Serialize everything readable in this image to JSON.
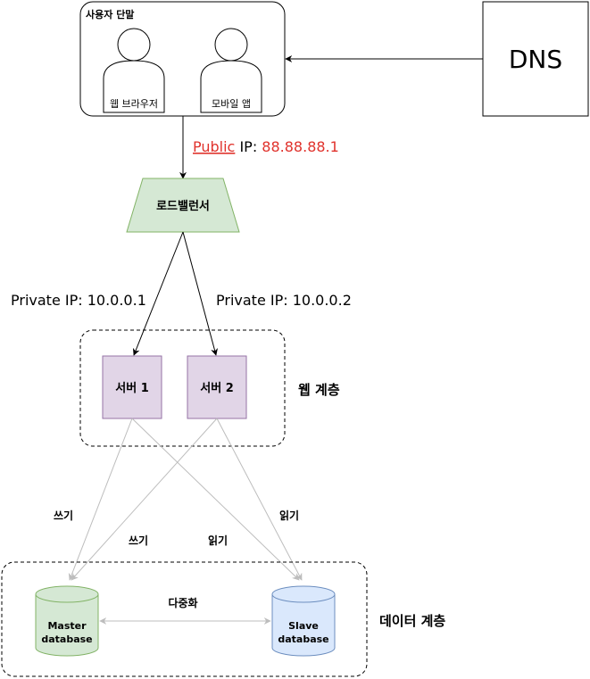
{
  "client_group": {
    "title": "사용자 단말",
    "browser_label": "웹 브라우저",
    "mobile_label": "모바일 앱"
  },
  "dns": {
    "label": "DNS"
  },
  "public_ip": {
    "public_word": "Public",
    "ip_word": " IP: ",
    "address": "88.88.88.1",
    "accent_color": "#E0322C"
  },
  "load_balancer": {
    "label": "로드밸런서",
    "fill": "#D5E8D4",
    "stroke": "#82B366"
  },
  "private_ips": {
    "left": "Private IP: 10.0.0.1",
    "right": "Private IP: 10.0.0.2"
  },
  "web_tier": {
    "label": "웹 계층",
    "server1": "서버 1",
    "server2": "서버 2",
    "server_fill": "#E1D5E7",
    "server_stroke": "#9673A6"
  },
  "edges": {
    "write_left": "쓰기",
    "write_inner": "쓰기",
    "read_inner": "읽기",
    "read_right": "읽기",
    "replication": "다중화"
  },
  "data_tier": {
    "label": "데이터 계층",
    "master_line1": "Master",
    "master_line2": "database",
    "slave_line1": "Slave",
    "slave_line2": "database",
    "master_fill": "#D5E8D4",
    "master_stroke": "#82B366",
    "slave_fill": "#DAE8FC",
    "slave_stroke": "#6C8EBF"
  }
}
